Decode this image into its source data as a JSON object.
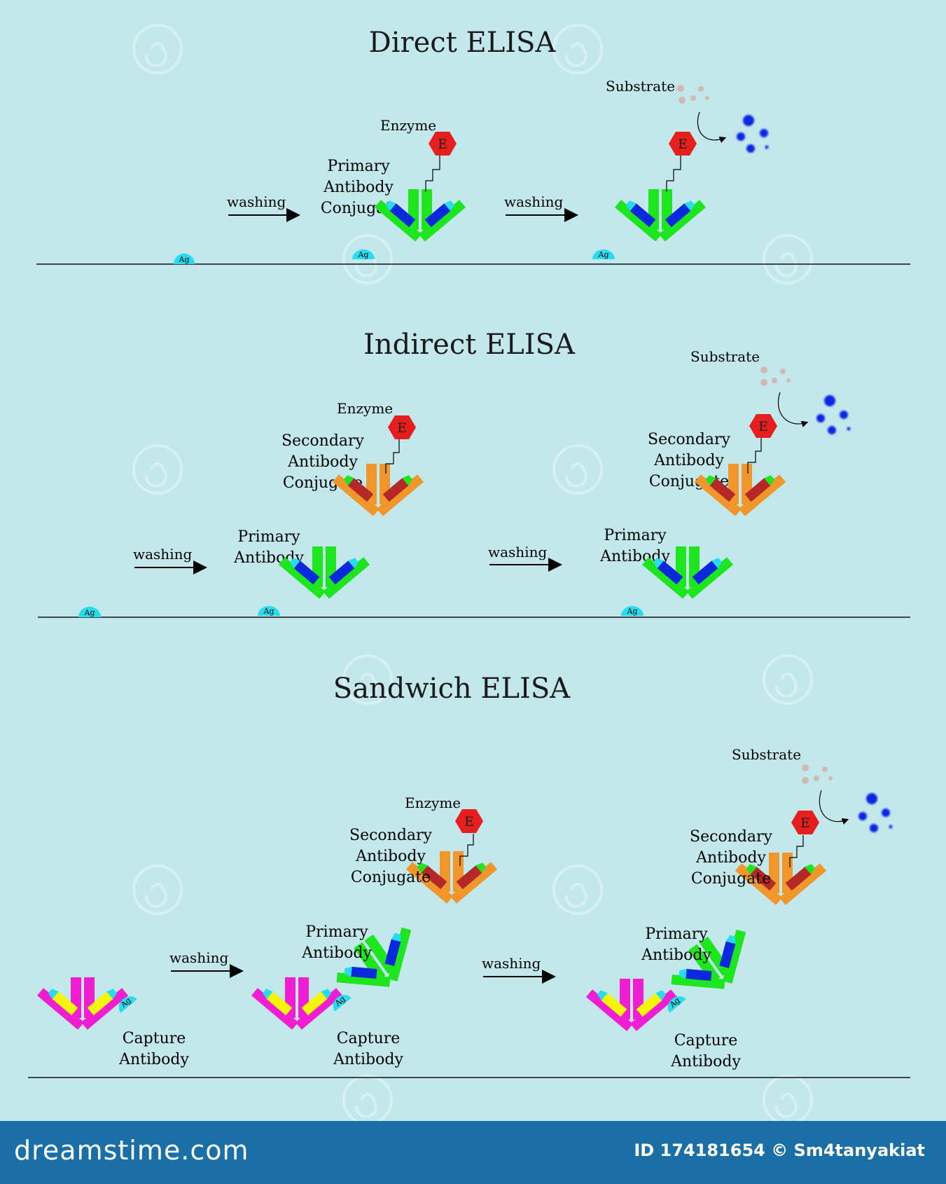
{
  "panels": [
    {
      "id": "direct",
      "title": "Direct ELISA",
      "washing": [
        "washing",
        "washing"
      ],
      "enzyme": "Enzyme",
      "substrate": "Substrate",
      "conjugate": [
        "Primary",
        "Antibody",
        "Conjugate"
      ]
    },
    {
      "id": "indirect",
      "title": "Indirect ELISA",
      "washing": [
        "washing",
        "washing"
      ],
      "enzyme": "Enzyme",
      "substrate": "Substrate",
      "conjugate": [
        "Secondary",
        "Antibody",
        "Conjugate"
      ],
      "primary": [
        "Primary",
        "Antibody"
      ]
    },
    {
      "id": "sandwich",
      "title": "Sandwich ELISA",
      "washing": [
        "washing",
        "washing"
      ],
      "enzyme": "Enzyme",
      "substrate": "Substrate",
      "conjugate": [
        "Secondary",
        "Antibody",
        "Conjugate"
      ],
      "primary": [
        "Primary",
        "Antibody"
      ],
      "capture": [
        "Capture",
        "Antibody"
      ]
    }
  ],
  "labels": {
    "antigen": "Ag",
    "enzyme_letter": "E"
  },
  "colors": {
    "background": "#c2e8ec",
    "primary_antibody": "#1ee61e",
    "secondary_antibody": "#f0962a",
    "capture_antibody": "#f01ed2",
    "primary_variable": "#0a28dc",
    "secondary_variable": "#b42828",
    "capture_variable": "#f5f50a",
    "tip": "#28dcf0",
    "antigen": "#28dcf0",
    "enzyme": "#e61e1e",
    "product": "#0a28e6",
    "substrate_dots": "#d2b9b4",
    "footer": "#1a6fa7"
  },
  "footer": {
    "brand": "dreamstime.com",
    "id_text": "ID 174181654 © Sm4tanyakiat"
  }
}
